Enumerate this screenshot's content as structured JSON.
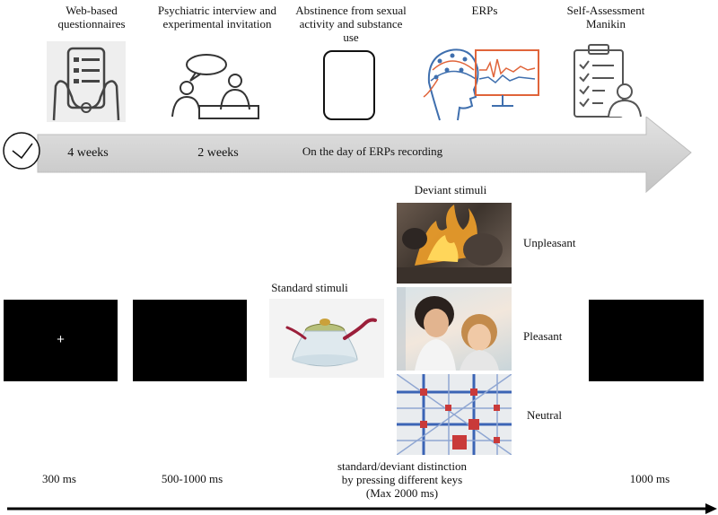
{
  "timeline": {
    "steps": [
      {
        "label": "Web-based questionnaires",
        "icon": "tablet-hands-icon"
      },
      {
        "label": "Psychiatric interview and experimental invitation",
        "icon": "interview-icon"
      },
      {
        "label": "Abstinence from sexual activity and substance use",
        "icon": "blank-phone-icon"
      },
      {
        "label": "ERPs",
        "icon": "eeg-monitor-icon"
      },
      {
        "label": "Self-Assessment Manikin",
        "icon": "clipboard-checklist-icon"
      }
    ],
    "arrow_labels": [
      "4 weeks",
      "2 weeks",
      "On the day of ERPs recording"
    ],
    "clock_icon": "clock-icon"
  },
  "paradigm": {
    "fixation_symbol": "+",
    "standard_label": "Standard stimuli",
    "deviant_label": "Deviant stimuli",
    "deviant_types": [
      "Unpleasant",
      "Pleasant",
      "Neutral"
    ],
    "durations": [
      "300 ms",
      "500-1000 ms",
      "standard/deviant distinction by pressing different keys (Max 2000 ms)",
      "1000 ms"
    ]
  },
  "colors": {
    "arrow_gray": "#c9c9c9",
    "eeg_accent": "#e0643a",
    "eeg_blue": "#3f6fae"
  }
}
